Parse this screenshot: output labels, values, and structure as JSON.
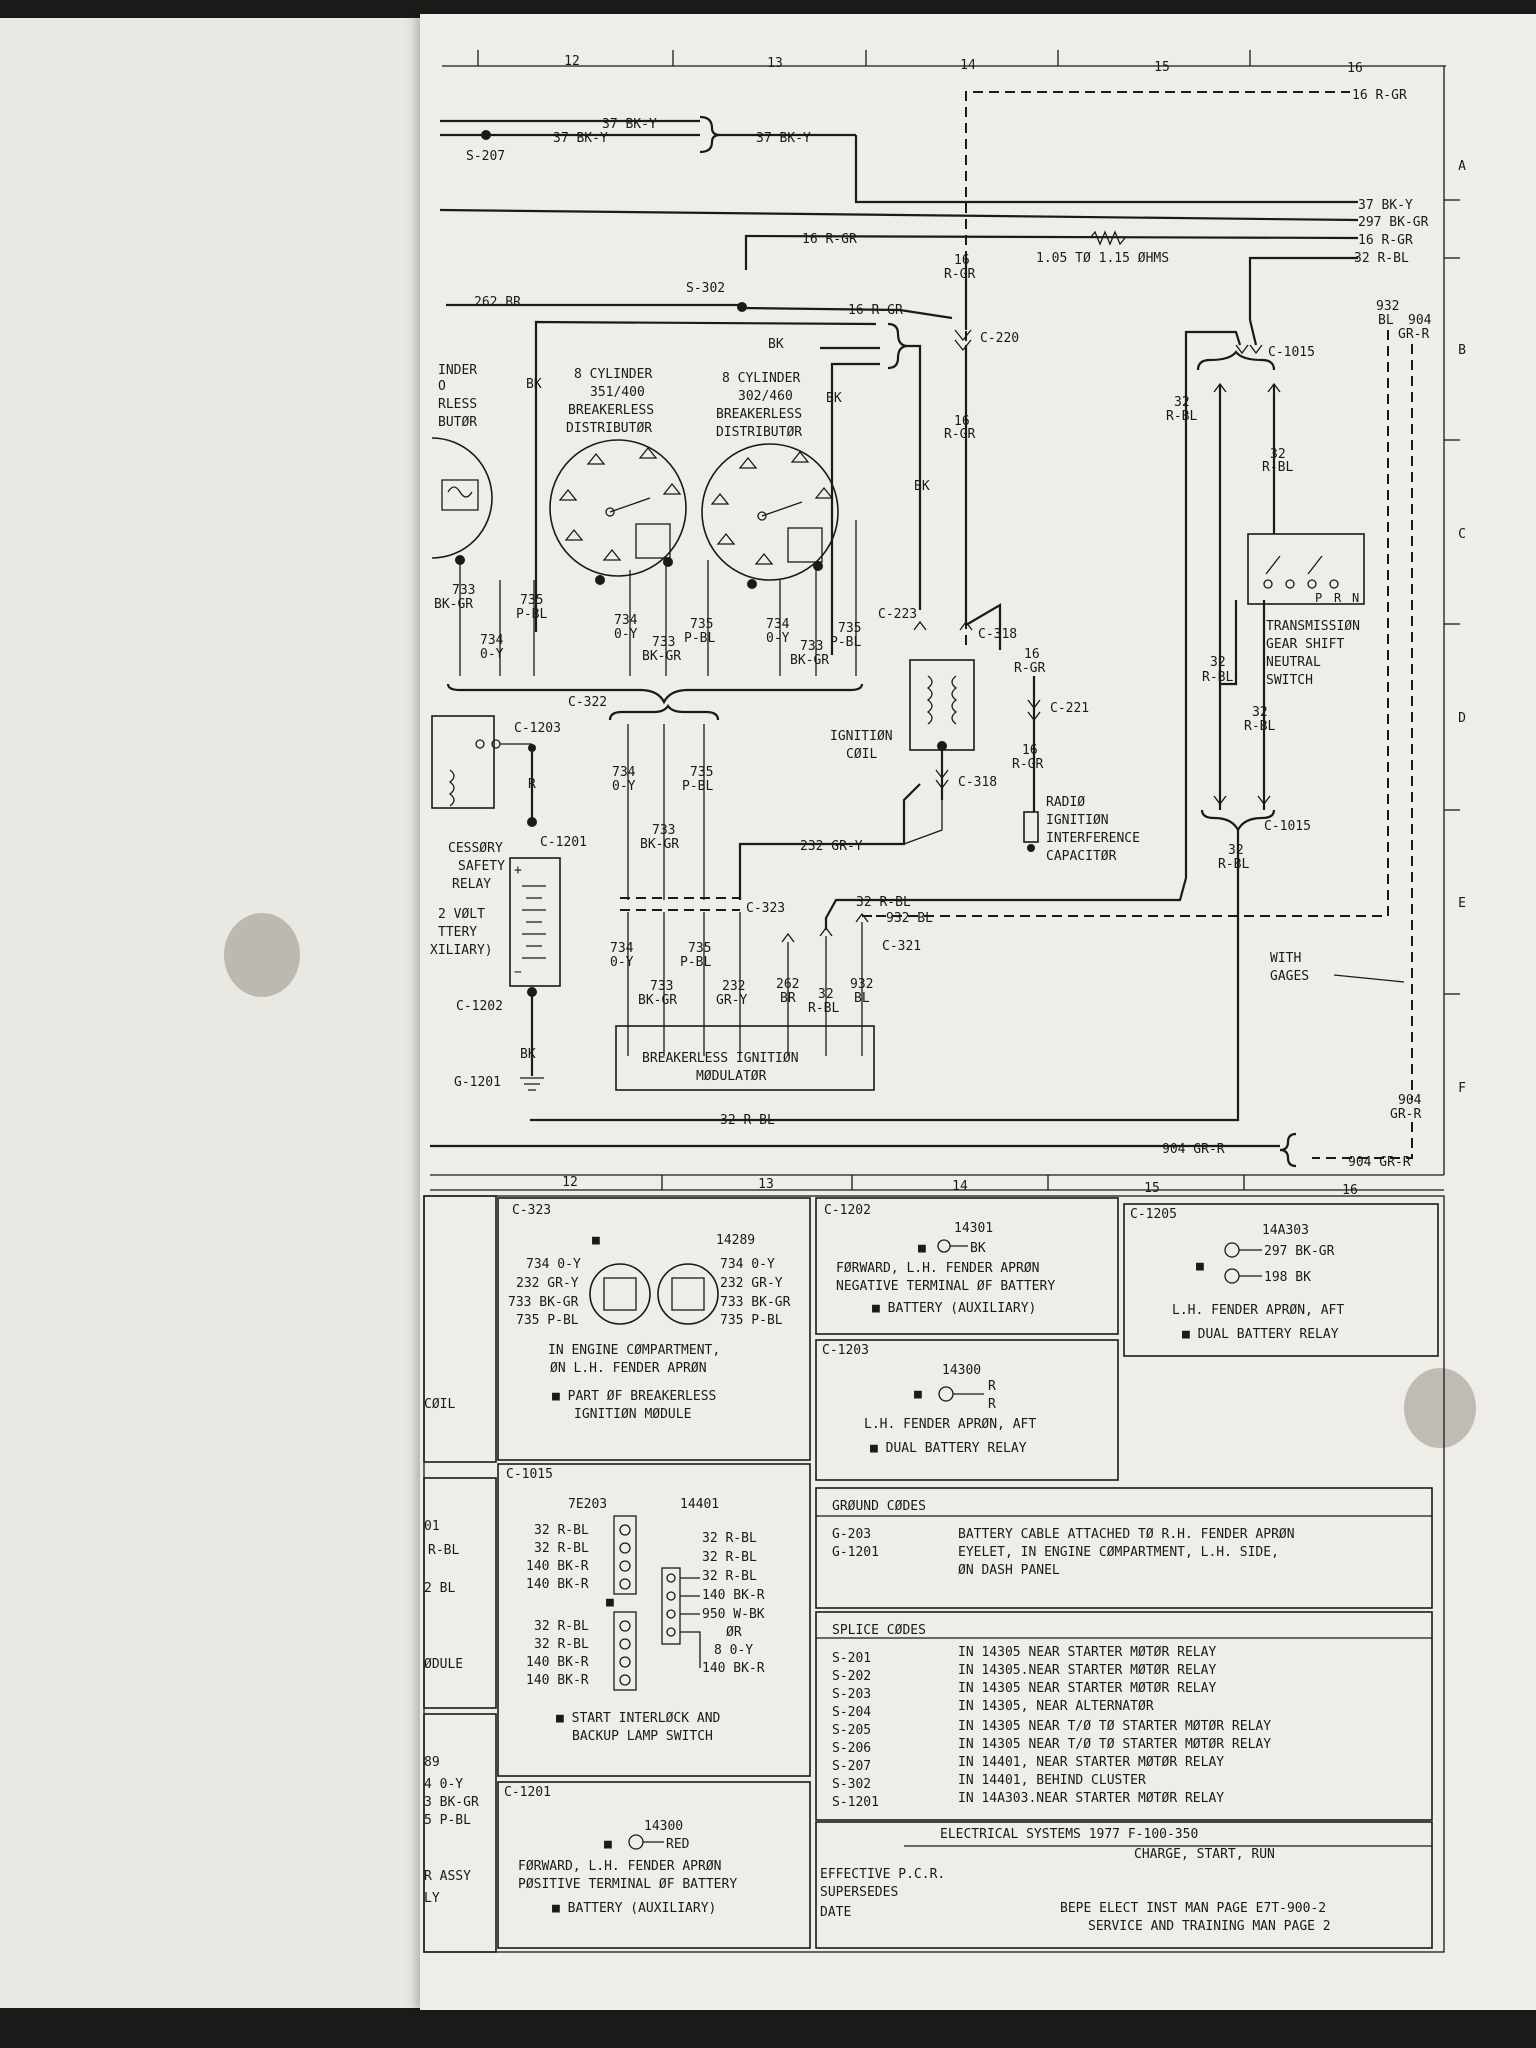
{
  "columns": [
    "12",
    "13",
    "14",
    "15",
    "16"
  ],
  "rows": [
    "A",
    "B",
    "C",
    "D",
    "E",
    "F"
  ],
  "wires": {
    "w37bky": "37 BK-Y",
    "w16rgr": "16 R-GR",
    "w297": "297 BK-GR",
    "w32rbl": "32 R-BL",
    "w262br": "262 BR",
    "wbk": "BK",
    "w16": "16",
    "wrgr": "R-GR",
    "w932": "932",
    "wbl": "BL",
    "w904": "904",
    "wgrr": "GR-R",
    "w32": "32",
    "wrbl": "R-BL",
    "w733": "733",
    "wbkgr": "BK-GR",
    "w734": "734",
    "woy": "0-Y",
    "w735": "735",
    "wpbl": "P-BL",
    "w232gry": "232 GR-Y",
    "w932bl": "932 BL",
    "w262": "262",
    "wbr": "BR",
    "w232": "232",
    "wgry": "GR-Y",
    "wr": "R",
    "w32rbl2": "32 R-BL",
    "w904grr": "904 GR-R",
    "resistor": "1.05 TØ 1.15 ØHMS"
  },
  "connectors": {
    "s207": "S-207",
    "s302": "S-302",
    "c220": "C-220",
    "c1015": "C-1015",
    "c223": "C-223",
    "c318": "C-318",
    "c221": "C-221",
    "c322": "C-322",
    "c1203": "C-1203",
    "c1201": "C-1201",
    "c323": "C-323",
    "c321": "C-321",
    "c1202": "C-1202",
    "g1201": "G-1201"
  },
  "components": {
    "dist_left": [
      "INDER",
      "O",
      "RLESS",
      "BUTØR"
    ],
    "dist351": [
      "8 CYLINDER",
      "351/400",
      "BREAKERLESS",
      "DISTRIBUTØR"
    ],
    "dist302": [
      "8 CYLINDER",
      "302/460",
      "BREAKERLESS",
      "DISTRIBUTØR"
    ],
    "coil": [
      "IGNITIØN",
      "CØIL"
    ],
    "capacitor": [
      "RADIØ",
      "IGNITIØN",
      "INTERFERENCE",
      "CAPACITØR"
    ],
    "neutral": [
      "TRANSMISSIØN",
      "GEAR SHIFT",
      "NEUTRAL",
      "SWITCH"
    ],
    "relay": [
      "CESSØRY",
      "SAFETY",
      "RELAY"
    ],
    "battery": [
      "2 VØLT",
      "TTERY",
      "XILIARY)"
    ],
    "modulator": [
      "BREAKERLESS IGNITIØN",
      "MØDULATØR"
    ],
    "gages": [
      "WITH",
      "GAGES"
    ]
  },
  "details": {
    "c323": {
      "id": "C-323",
      "part": "14289",
      "left": [
        "734 0-Y",
        "232 GR-Y",
        "733 BK-GR",
        "735 P-BL"
      ],
      "right": [
        "734 0-Y",
        "232 GR-Y",
        "733 BK-GR",
        "735 P-BL"
      ],
      "desc": [
        "IN ENGINE CØMPARTMENT,",
        "ØN L.H. FENDER APRØN"
      ],
      "note": [
        "■ PART ØF BREAKERLESS",
        "IGNITIØN MØDULE"
      ]
    },
    "c1202": {
      "id": "C-1202",
      "part": "14301",
      "wire": "BK",
      "desc": [
        "FØRWARD, L.H. FENDER APRØN",
        "NEGATIVE TERMINAL ØF BATTERY"
      ],
      "note": "■ BATTERY (AUXILIARY)"
    },
    "c1205": {
      "id": "C-1205",
      "part": "14A303",
      "wires": [
        "297 BK-GR",
        "198 BK"
      ],
      "desc": "L.H. FENDER APRØN, AFT",
      "note": "■ DUAL BATTERY RELAY"
    },
    "c1203": {
      "id": "C-1203",
      "part": "14300",
      "wires": [
        "R",
        "R"
      ],
      "desc": "L.H. FENDER APRØN, AFT",
      "note": "■ DUAL BATTERY RELAY"
    },
    "c1015": {
      "id": "C-1015",
      "part_l": "7E203",
      "part_r": "14401",
      "left1": [
        "32 R-BL",
        "32 R-BL",
        "140 BK-R",
        "140 BK-R"
      ],
      "left2": [
        "32 R-BL",
        "32 R-BL",
        "140 BK-R",
        "140 BK-R"
      ],
      "right": [
        "32 R-BL",
        "32 R-BL",
        "32 R-BL",
        "140 BK-R",
        "950 W-BK",
        "ØR",
        "8 0-Y",
        "140 BK-R"
      ],
      "note": [
        "■ START INTERLØCK AND",
        "BACKUP LAMP SWITCH"
      ]
    },
    "c1201": {
      "id": "C-1201",
      "part": "14300",
      "wire": "RED",
      "desc": [
        "FØRWARD, L.H. FENDER APRØN",
        "PØSITIVE TERMINAL ØF BATTERY"
      ],
      "note": "■ BATTERY (AUXILIARY)"
    },
    "left_strip": [
      "CØIL",
      "01",
      "R-BL",
      "2 BL",
      "ØDULE",
      "89",
      "4 0-Y",
      "3 BK-GR",
      "5 P-BL",
      "R ASSY",
      "LY"
    ]
  },
  "ground_codes": {
    "title": "GRØUND CØDES",
    "rows": [
      {
        "code": "G-203",
        "text": "BATTERY CABLE ATTACHED TØ R.H. FENDER APRØN"
      },
      {
        "code": "G-1201",
        "text": "EYELET, IN ENGINE CØMPARTMENT, L.H. SIDE,"
      },
      {
        "code": "",
        "text": "ØN DASH PANEL"
      }
    ]
  },
  "splice_codes": {
    "title": "SPLICE CØDES",
    "rows": [
      {
        "code": "S-201",
        "text": "IN 14305 NEAR STARTER MØTØR RELAY"
      },
      {
        "code": "S-202",
        "text": "IN 14305.NEAR STARTER MØTØR RELAY"
      },
      {
        "code": "S-203",
        "text": "IN 14305 NEAR STARTER MØTØR RELAY"
      },
      {
        "code": "S-204",
        "text": "IN 14305, NEAR ALTERNATØR"
      },
      {
        "code": "S-205",
        "text": "IN 14305 NEAR T/Ø TØ STARTER MØTØR RELAY"
      },
      {
        "code": "S-206",
        "text": "IN 14305 NEAR T/Ø TØ STARTER MØTØR RELAY"
      },
      {
        "code": "S-207",
        "text": "IN 14401, NEAR STARTER MØTØR RELAY"
      },
      {
        "code": "S-302",
        "text": "IN 14401, BEHIND CLUSTER"
      },
      {
        "code": "S-1201",
        "text": "IN 14A303.NEAR STARTER MØTØR RELAY"
      }
    ]
  },
  "title_block": {
    "line1": "ELECTRICAL SYSTEMS 1977 F-100-350",
    "line2": "CHARGE, START, RUN",
    "effective": "EFFECTIVE P.C.R.",
    "supersedes": "SUPERSEDES",
    "date": "DATE",
    "ref1": "BEPE ELECT INST MAN PAGE E7T-900-2",
    "ref2": "SERVICE AND TRAINING MAN PAGE 2"
  }
}
